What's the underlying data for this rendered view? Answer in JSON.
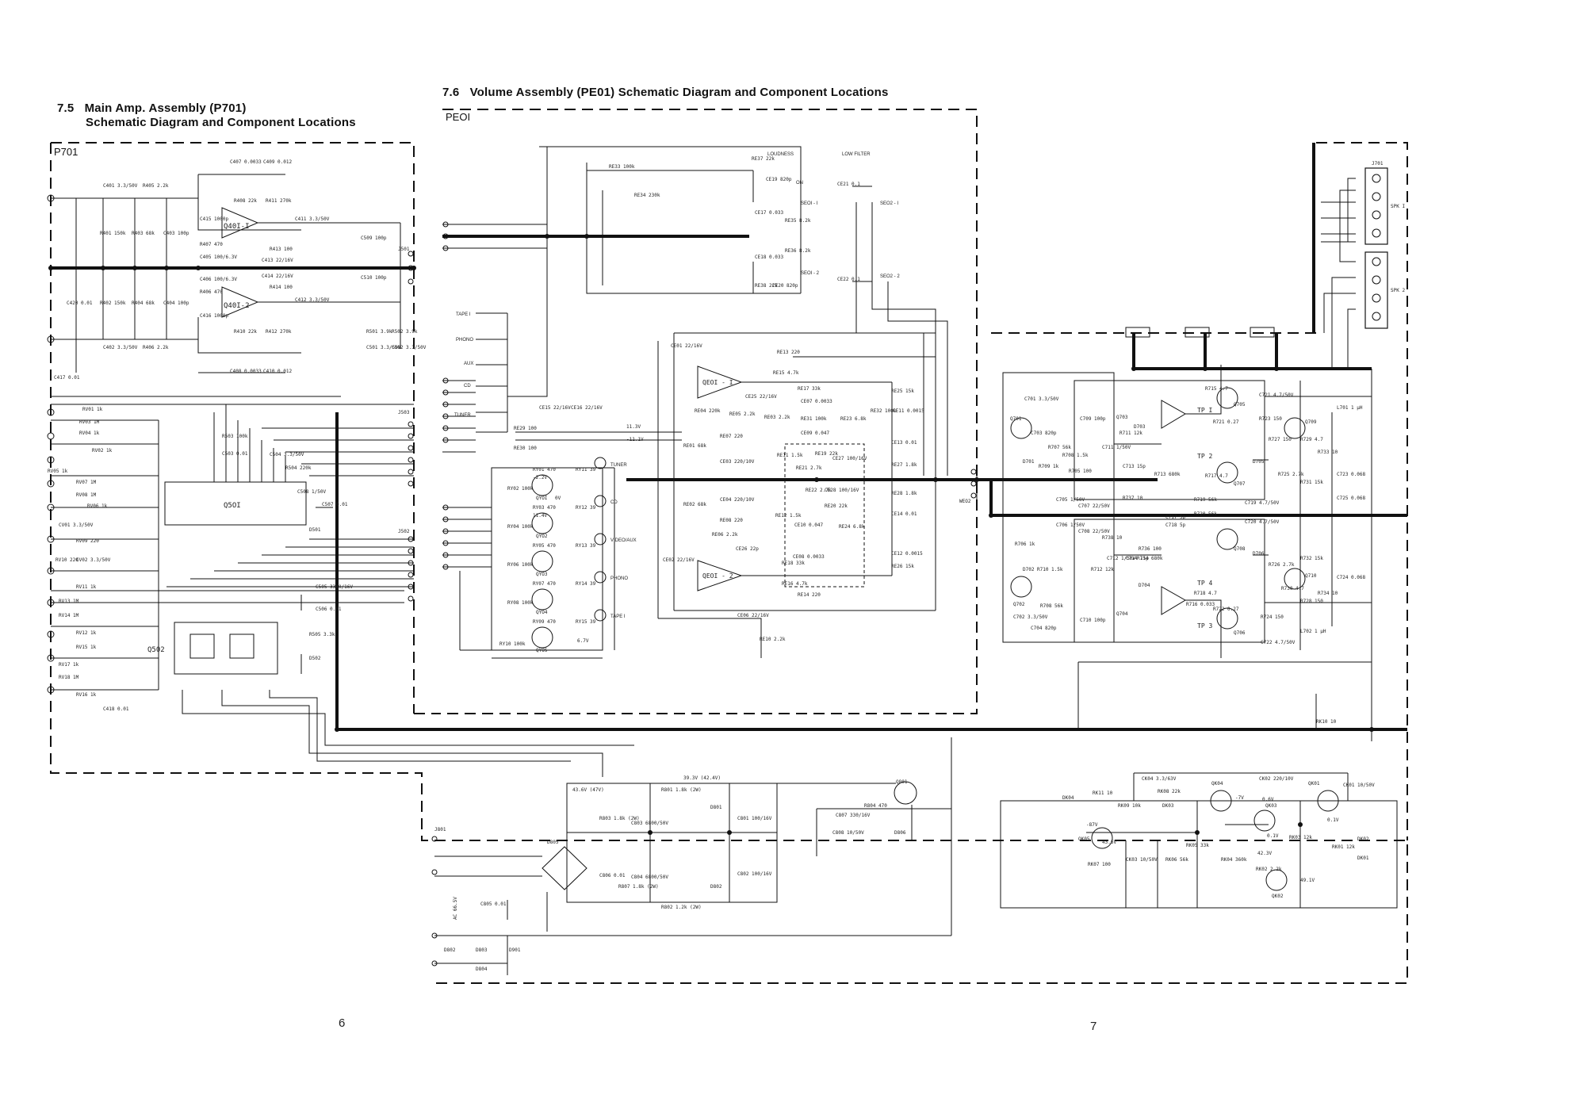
{
  "section_75": {
    "number": "7.5",
    "title_line1": "Main Amp. Assembly (P701)",
    "title_line2": "Schematic Diagram and Component Locations",
    "board_label": "P701"
  },
  "section_76": {
    "number": "7.6",
    "title": "Volume Assembly (PE01) Schematic Diagram and Component Locations",
    "board_label": "PEOI"
  },
  "pages": {
    "left": "6",
    "right": "7"
  },
  "switches": {
    "loudness": "LOUDNESS",
    "low_filter": "LOW  FILTER",
    "on": "ON",
    "seo1_1": "SEOI - I",
    "seo1_2": "SEOI - 2",
    "seo2_1": "SEO2 - I",
    "seo2_2": "SEO2 - 2"
  },
  "inputs": {
    "tape1": "TAPE I",
    "phono": "PHONO",
    "aux": "AUX",
    "cd": "CD",
    "tuner": "TUNER",
    "tuner_out": "TUNER",
    "cd_out": "CD",
    "video_aux": "VIDEO/AUX",
    "phono_out": "PHONO",
    "tape_out": "TAPE I"
  },
  "connectors": {
    "j701": "J701",
    "spk1": "SPK I",
    "spk2": "SPK 2",
    "j501": "J501",
    "j503": "J503",
    "j502": "J502",
    "j801": "J801",
    "weo2": "WEO2"
  },
  "ics": {
    "q401_1": "Q40I-I",
    "q401_2": "Q40I-2",
    "q501": "Q5OI",
    "q502": "Q502",
    "qe01_1": "QEOI - I",
    "qe01_2": "QEOI - 2"
  },
  "transistors": [
    "QYOI",
    "QYO2",
    "QYO3",
    "QYO4",
    "QYO5",
    "Q701",
    "Q702",
    "Q703",
    "Q704",
    "Q705",
    "Q706",
    "Q707",
    "Q708",
    "Q709",
    "Q710",
    "Q801",
    "QK01",
    "QK02",
    "QK03",
    "QK04",
    "QK05"
  ],
  "test_points": [
    "TP I",
    "TP 2",
    "TP 3",
    "TP 4"
  ],
  "parts_p701": [
    "C401 3.3/50V",
    "R405 2.2k",
    "C407 0.0033",
    "C409 0.012",
    "R408 22k",
    "R411 270k",
    "C415 1000p",
    "C411 3.3/50V",
    "R401 150k",
    "R403 68k",
    "C403 100p",
    "R407 470",
    "R413 100",
    "C405 100/6.3V",
    "C413 22/16V",
    "C406 100/6.3V",
    "C414 22/16V",
    "R406 470",
    "R414 100",
    "C412 3.3/50V",
    "C420 0.01",
    "R402 150k",
    "R404 68k",
    "C404 100p",
    "C416 1000p",
    "R410 22k",
    "R412 270k",
    "C402 3.3/50V",
    "R406 2.2k",
    "C408 0.0033",
    "C410 0.012",
    "C417 0.01",
    "C509 100p",
    "C510 100p",
    "R501 3.9k",
    "R502 3.9k",
    "C501 3.3/50V",
    "C502 3.3/50V",
    "RV01 1k",
    "RV03 1M",
    "RV04 1k",
    "RV02 1k",
    "RV05 1k",
    "RV07 1M",
    "RV08 1M",
    "RV06 1k",
    "CV01 3.3/50V",
    "RV09 220",
    "RV10 220",
    "CV02 3.3/50V",
    "RV11 1k",
    "RV13 1M",
    "RV14 1M",
    "RV12 1k",
    "RV15 1k",
    "RV17 1k",
    "RV18 1M",
    "RV16 1k",
    "R503 100k",
    "C503 0.01",
    "C504 3.3/50V",
    "R504 220k",
    "C508 1/50V",
    "C507 0.01",
    "D501",
    "C505 3300/16V",
    "C506 0.01",
    "R505 3.3k",
    "D502",
    "C418 0.01"
  ],
  "parts_pe01": [
    "RE33 100k",
    "RE37 22k",
    "CE19 820p",
    "CE17 0.033",
    "RE35 8.2k",
    "RE34 230k",
    "CE18 0.033",
    "RE36 8.2k",
    "RE38 22k",
    "CE20 820p",
    "CE21 0.1",
    "CE22 0.1",
    "CE01 22/16V",
    "RE13 220",
    "RE15 4.7k",
    "RE17 33k",
    "CE07 0.0033",
    "RE25 15k",
    "CE11 0.0015",
    "RE32 100k",
    "RE31 100k",
    "RE23 6.8k",
    "RE03 2.2k",
    "CE09 0.047",
    "RE19 22k",
    "CE27 100/16V",
    "RE21 2.7k",
    "RE11 1.5k",
    "CE13 0.01",
    "RE27 1.8k",
    "CE15 22/16V",
    "CE16 22/16V",
    "RE29 100",
    "RE30 100",
    "RE01 68k",
    "RE07 220",
    "CE03 220/10V",
    "RE04 220k",
    "RE05 2.2k",
    "CE25 22/16V",
    "CE04 220/10V",
    "RE08 220",
    "RE02 68k",
    "RE22 2.7k",
    "CE28 100/16V",
    "RE20 22k",
    "CE10 0.047",
    "RE12 1.5k",
    "RE24 6.8k",
    "CE08 0.0033",
    "RE18 33k",
    "RE16 4.7k",
    "RE14 220",
    "CE12 0.0015",
    "RE26 15k",
    "RE28 1.8k",
    "CE14 0.01",
    "RE06 2.2k",
    "CE26 22p",
    "CE02 22/16V",
    "CE06 22/16V",
    "RE10 2.2k",
    "RY01 470",
    "RY02 100k",
    "RY11 39",
    "RY03 470",
    "RY04 100k",
    "RY12 39",
    "RY05 470",
    "RY06 100k",
    "RY13 39",
    "RY07 470",
    "RY08 100k",
    "RY14 39",
    "RY09 470",
    "RY10 100k",
    "RY15 39"
  ],
  "voltages_pe01": [
    "11.3V",
    "-11.1V",
    "6.7V",
    "-2.2V",
    "11.4V",
    "0V"
  ],
  "parts_power": [
    "R801 1.8k (2W)",
    "C803 6800/50V",
    "C801 100/16V",
    "D801",
    "R803 1.8k (2W)",
    "C806 0.01",
    "R807 1.8k (2W)",
    "C804 6800/50V",
    "C802 100/16V",
    "D802",
    "R802 1.2k (2W)",
    "D805",
    "C805 0.01",
    "C807 330/16V",
    "R804 470",
    "C808 10/50V",
    "D806",
    "D802",
    "D803",
    "D804",
    "D901",
    "AC 66.5V"
  ],
  "voltages_power": [
    "39.3V (42.4V)",
    "43.6V (47V)"
  ],
  "parts_amp": [
    "C701 3.3/50V",
    "C703 820p",
    "R707 56k",
    "R709 1k",
    "R708 1.5k",
    "R711 12k",
    "R713 680k",
    "R715 4.7",
    "C721 4.7/50V",
    "R723 150",
    "R721 0.27",
    "R717 4.7",
    "R719 56k",
    "C717 5p",
    "C719 4.7/50V",
    "R727 150",
    "R729 4.7",
    "R733 10",
    "C723 0.068",
    "L701 1 μH",
    "R725 2.7k",
    "R731 15k",
    "C725 0.068",
    "C705 1/50V",
    "C707 22/50V",
    "C709 100p",
    "C711 1/50V",
    "C713 15p",
    "R705 100",
    "C706 1/50V",
    "C708 22/50V",
    "C710 100p",
    "C712 1/50V",
    "C714 15p",
    "R706 1k",
    "R710 1.5k",
    "R712 12k",
    "R714 680k",
    "R716 0.033",
    "R718 4.7",
    "R720 56k",
    "C718 5p",
    "C720 4.7/50V",
    "R722 0.27",
    "R724 150",
    "R726 2.7k",
    "R728 150",
    "R730 4.7",
    "R732 15k",
    "R734 10",
    "C724 0.068",
    "L702 1 μH",
    "C702 3.3/50V",
    "C704 820p",
    "R708 56k",
    "C722 4.7/50V",
    "R736 100",
    "R737 10",
    "R738 10",
    "D701",
    "D702",
    "D703",
    "D704",
    "D705",
    "D706",
    "RK10 10"
  ],
  "parts_protect": [
    "CK04 3.3/63V",
    "CK02 220/10V",
    "CK01 10/50V",
    "DK04",
    "RK11 10",
    "RK08 22k",
    "RK09 10k",
    "DK03",
    "RK07 100",
    "CK03 10/50V",
    "RK06 56k",
    "RK05 33k",
    "RK04 360k",
    "RK03 12k",
    "RK02 2.2k",
    "RK01 12k",
    "DK02",
    "DK01"
  ],
  "voltages_protect": [
    "-7V",
    "0.6V",
    "0.1V",
    "-87V",
    "43.6V",
    "42.3V",
    "49.1V",
    "0.1V"
  ]
}
